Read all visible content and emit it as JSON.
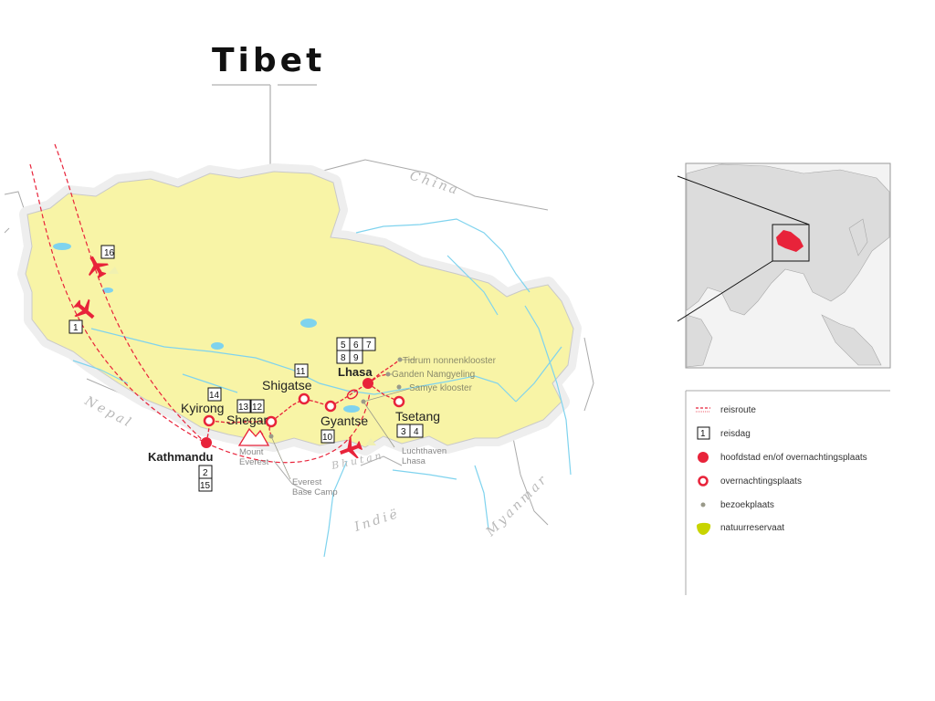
{
  "title": "Tibet",
  "countries": {
    "china": "China",
    "nepal": "Nepal",
    "bhutan": "Bhutan",
    "india": "Indië",
    "myanmar": "Myanmar"
  },
  "cities": {
    "kathmandu": "Kathmandu",
    "kyirong": "Kyirong",
    "shegar": "Shegar",
    "shigatse": "Shigatse",
    "gyantse": "Gyantse",
    "lhasa": "Lhasa",
    "tsetang": "Tsetang"
  },
  "places": {
    "tidrum": "Tidrum nonnenklooster",
    "ganden": "Ganden Namgyeling",
    "samye": "Samye klooster",
    "everest_1": "Mount",
    "everest_2": "Everest",
    "basecamp_1": "Everest",
    "basecamp_2": "Base Camp",
    "airport_1": "Luchthaven",
    "airport_2": "Lhasa"
  },
  "days": {
    "d1": "1",
    "d2": "2",
    "d3": "3",
    "d4": "4",
    "d5": "5",
    "d6": "6",
    "d7": "7",
    "d8": "8",
    "d9": "9",
    "d10": "10",
    "d11": "11",
    "d12": "12",
    "d13": "13",
    "d14": "14",
    "d15": "15",
    "d16": "16"
  },
  "legend": {
    "route": "reisroute",
    "day": "reisdag",
    "day_sample": "1",
    "capital": "hoofdstad en/of overnachtingsplaats",
    "overnight": "overnachtingsplaats",
    "visit": "bezoekplaats",
    "reserve": "natuurreservaat"
  },
  "colors": {
    "route": "#e8233a",
    "tibet_fill": "#f8f4a6",
    "water": "#7fd3ee",
    "reserve": "#c8d400",
    "visit_dot": "#9a9a8a"
  }
}
